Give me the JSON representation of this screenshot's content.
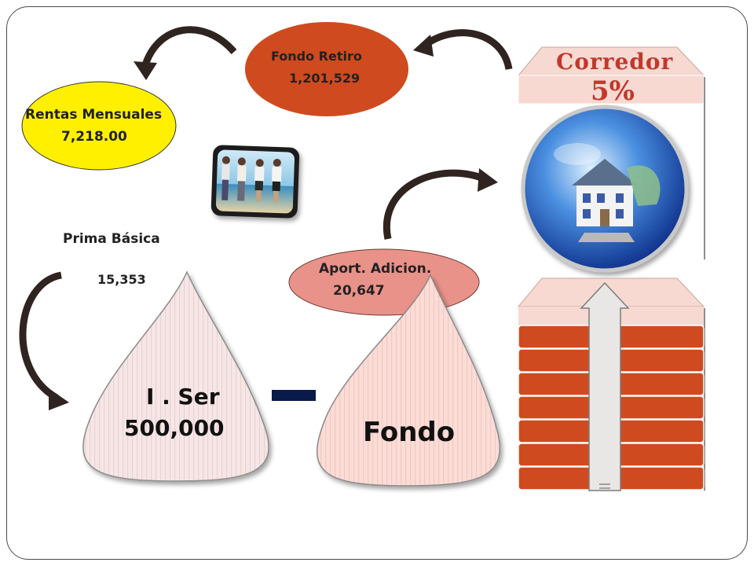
{
  "fondo_retiro": {
    "title": "Fondo Retiro",
    "value": "1,201,529",
    "color": "#d04a1f"
  },
  "rentas": {
    "title": "Rentas Mensuales",
    "value": "7,218.00",
    "color": "#fff000"
  },
  "prima": {
    "title": "Prima Básica",
    "value": "15,353"
  },
  "aport": {
    "title": "Aport. Adicion.",
    "value": "20,647",
    "color": "#e9928a"
  },
  "drop_left": {
    "line1": "I . Ser",
    "line2": "500,000"
  },
  "drop_right": {
    "line1": "Fondo"
  },
  "corredor": {
    "title": "Corredor",
    "percent": "5%",
    "accent": "#c0392b"
  },
  "operator": {
    "symbol": "minus",
    "color": "#0a1a4a"
  },
  "icons": [
    "people-photo",
    "house-globe-icon",
    "up-arrow-icon"
  ]
}
